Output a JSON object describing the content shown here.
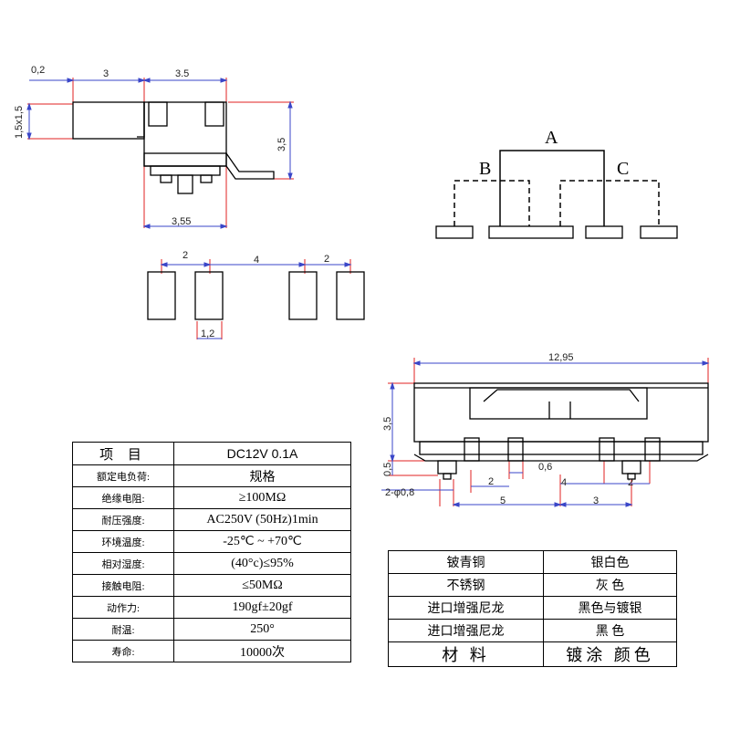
{
  "top_view": {
    "dims": [
      "0,2",
      "3",
      "3.5",
      "1,5x1,5",
      "3,5",
      "3,55"
    ]
  },
  "schematic": {
    "labels": [
      "A",
      "B",
      "C"
    ]
  },
  "pad_layout": {
    "dims": [
      "2",
      "4",
      "2",
      "1,2"
    ]
  },
  "side_view": {
    "dims": [
      "12,95",
      "3,5",
      "0,5",
      "2-φ0,8",
      "2",
      "0,6",
      "4",
      "5",
      "3",
      "2"
    ]
  },
  "spec_table": {
    "header": {
      "key": "项 目",
      "value": "DC12V 0.1A"
    },
    "rows": [
      {
        "key": "额定电负荷:",
        "value": "规格"
      },
      {
        "key": "绝缘电阻:",
        "value": "≥100MΩ"
      },
      {
        "key": "耐压强度:",
        "value": "AC250V (50Hz)1min"
      },
      {
        "key": "环境温度:",
        "value": "-25℃ ~ +70℃"
      },
      {
        "key": "相对湿度:",
        "value": "(40°c)≤95%"
      },
      {
        "key": "接触电阻:",
        "value": "≤50MΩ"
      },
      {
        "key": "动作力:",
        "value": "190gf±20gf"
      },
      {
        "key": "耐温:",
        "value": "250°"
      },
      {
        "key": "寿命:",
        "value": "10000次"
      }
    ]
  },
  "material_table": {
    "rows": [
      {
        "material": "铍青铜",
        "color": "银白色"
      },
      {
        "material": "不锈钢",
        "color": "灰 色"
      },
      {
        "material": "进口增强尼龙",
        "color": "黑色与镀银"
      },
      {
        "material": "进口增强尼龙",
        "color": "黑 色"
      }
    ],
    "footer": {
      "material": "材 料",
      "color": "镀涂 颜色"
    }
  }
}
